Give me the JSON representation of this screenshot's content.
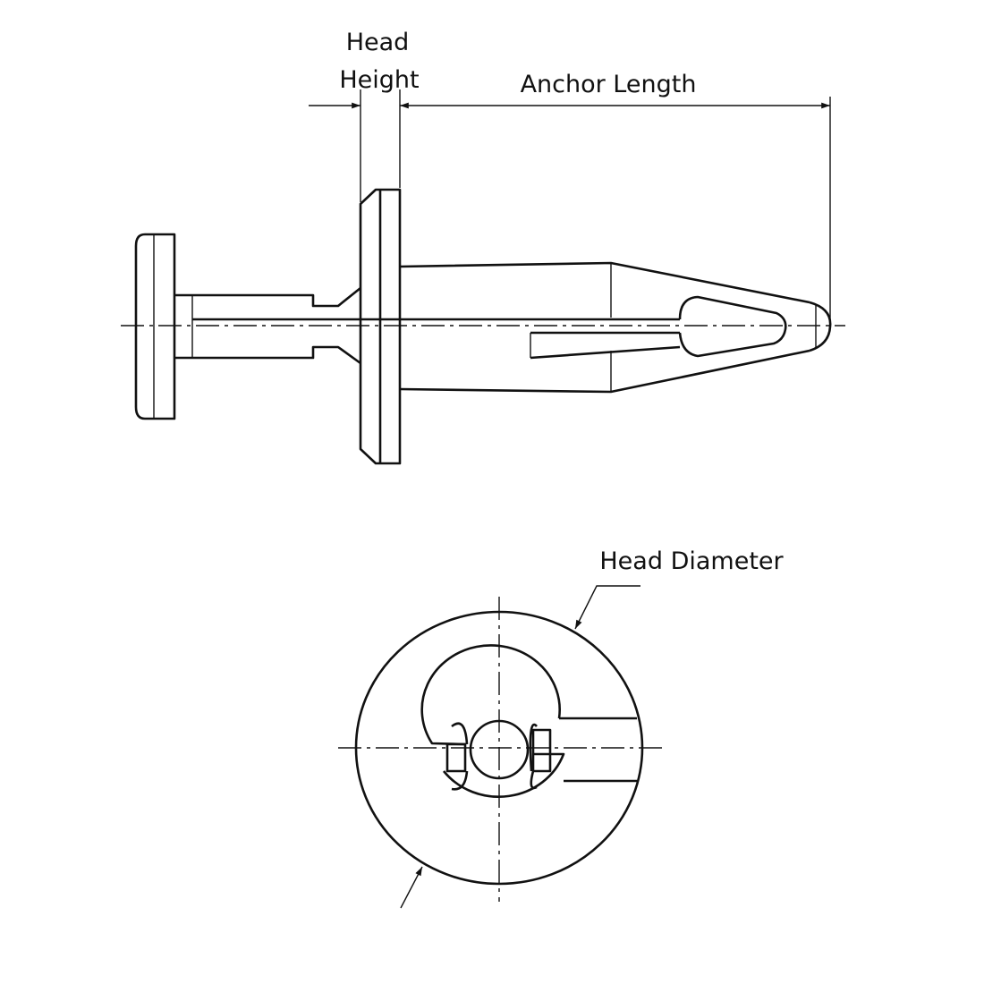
{
  "labels": {
    "head_height_line1": "Head",
    "head_height_line2": "Height",
    "anchor_length": "Anchor Length",
    "head_diameter": "Head Diameter"
  },
  "colors": {
    "line": "#111111",
    "background": "#ffffff"
  }
}
